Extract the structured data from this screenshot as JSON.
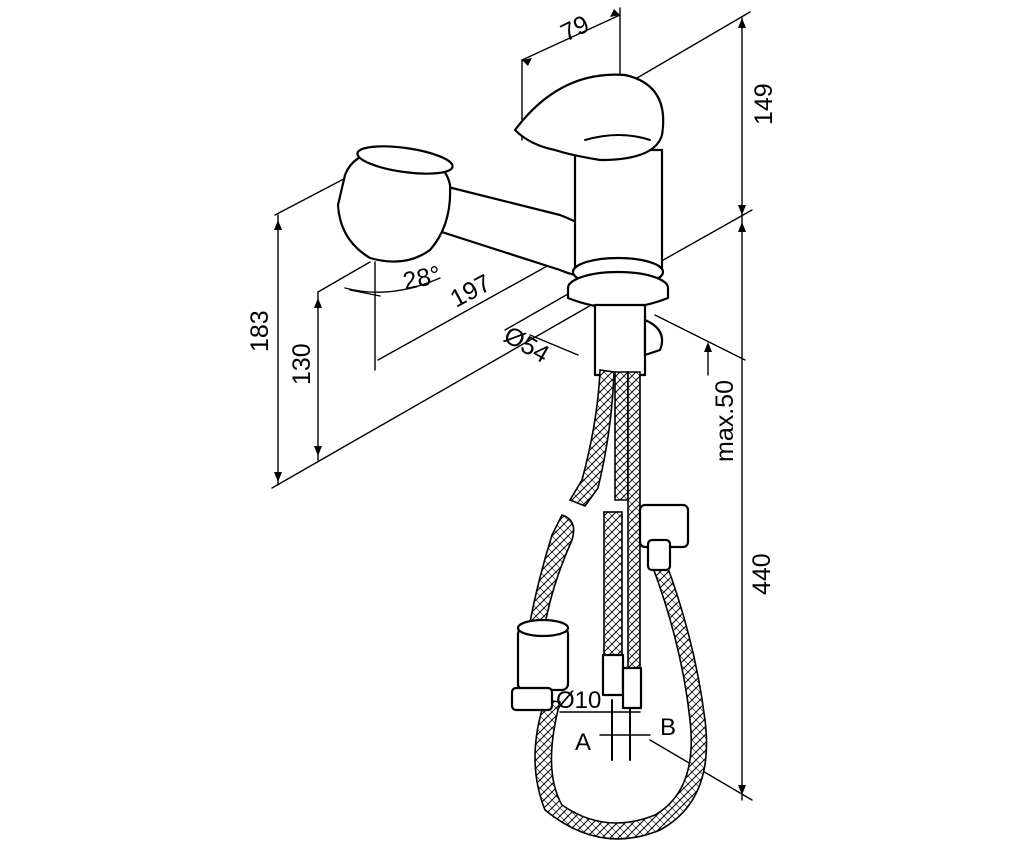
{
  "diagram": {
    "dimensions": {
      "spout_reach": "79",
      "upper_height": "149",
      "head_angle": "28°",
      "pullout_length": "197",
      "base_diameter": "Ø54",
      "total_height": "183",
      "outlet_height": "130",
      "deck_thickness": "max.50",
      "hose_length": "440",
      "pipe_diameter": "Ø10"
    },
    "connections": {
      "a": "A",
      "b": "B"
    }
  }
}
